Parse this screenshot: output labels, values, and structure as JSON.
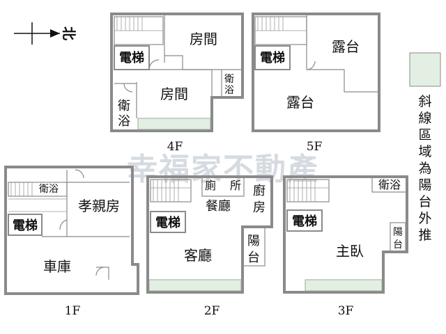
{
  "compass": {
    "label": "北"
  },
  "watermark": "幸福家不動產",
  "legend": {
    "swatch_color": "#e3efe3",
    "text": [
      "斜",
      "線",
      "區",
      "域",
      "為",
      "陽",
      "台",
      "外",
      "推"
    ]
  },
  "floors": {
    "f1": {
      "label": "1F",
      "rooms": {
        "bath": "衛浴",
        "elder_room": "孝親房",
        "elevator": "電梯",
        "garage": "車庫"
      }
    },
    "f2": {
      "label": "2F",
      "rooms": {
        "toilet_1": "廁",
        "toilet_2": "所",
        "kitchen_1": "廚",
        "kitchen_2": "房",
        "dining": "餐廳",
        "elevator": "電梯",
        "living": "客廳",
        "balcony_1": "陽",
        "balcony_2": "台"
      }
    },
    "f3": {
      "label": "3F",
      "rooms": {
        "bath": "衛浴",
        "elevator": "電梯",
        "master": "主臥",
        "balcony_1": "陽",
        "balcony_2": "台"
      }
    },
    "f4": {
      "label": "4F",
      "rooms": {
        "elevator": "電梯",
        "room_top": "房間",
        "room_mid": "房間",
        "bath_left_1": "衛",
        "bath_left_2": "浴",
        "bath_right_1": "衛",
        "bath_right_2": "浴"
      }
    },
    "f5": {
      "label": "5F",
      "rooms": {
        "elevator": "電梯",
        "terrace_top": "露台",
        "terrace_mid": "露台"
      }
    }
  }
}
